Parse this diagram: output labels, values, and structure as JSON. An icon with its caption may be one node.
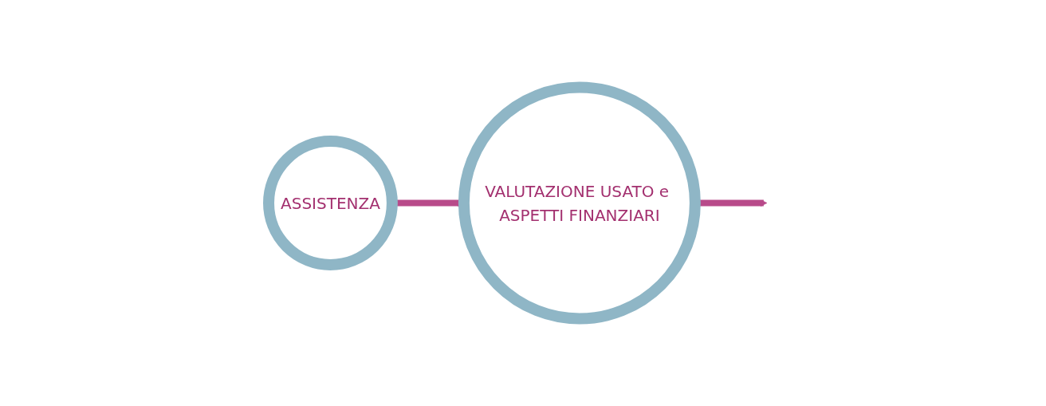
{
  "diagram": {
    "nodes": [
      {
        "text": [
          "ASSISTENZA"
        ]
      },
      {
        "text": [
          "VALUTAZIONE USATO e ASPETTI FINANZIARI"
        ]
      }
    ],
    "edges": [
      {
        "from": 0,
        "to": 1,
        "arrow": "to"
      },
      {
        "from": 1,
        "to": null,
        "arrow": "to"
      }
    ]
  }
}
